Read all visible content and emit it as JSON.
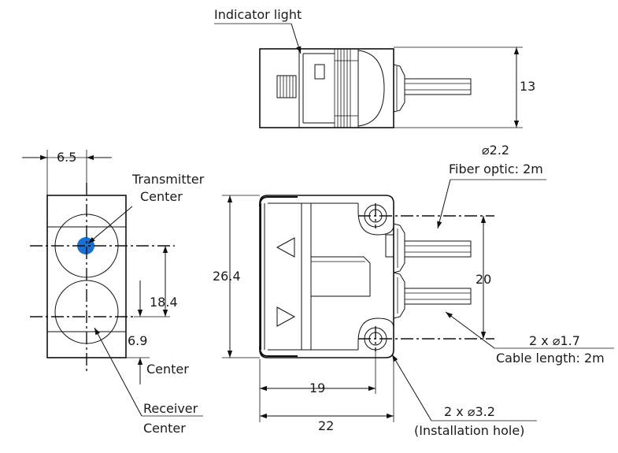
{
  "labels": {
    "indicator_light": "Indicator light",
    "transmitter_1": "Transmitter",
    "transmitter_2": "Center",
    "receiver_1": "Receiver",
    "receiver_2": "Center",
    "center_6_9": "Center",
    "fiber_dia": "⌀2.2",
    "fiber_len": "Fiber optic: 2m",
    "cable_dia": "2 x ⌀1.7",
    "cable_len": "Cable length: 2m",
    "hole_dia": "2 x ⌀3.2",
    "hole_name": "(Installation hole)"
  },
  "dimensions": {
    "d13": "13",
    "d6_5": "6.5",
    "d26_4": "26.4",
    "d18_4": "18.4",
    "d6_9": "6.9",
    "d20": "20",
    "d19": "19",
    "d22": "22"
  },
  "colors": {
    "line": "#111111",
    "transmitter_dot": "#1a6fd1"
  }
}
